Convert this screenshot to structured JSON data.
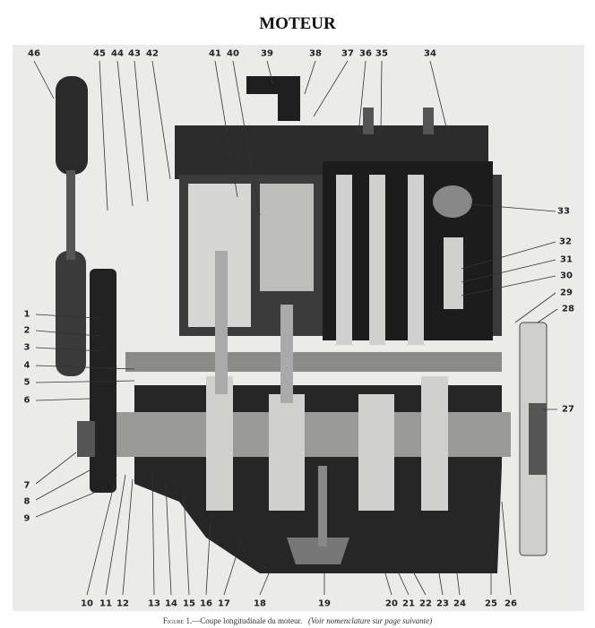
{
  "title": "MOTEUR",
  "labels": {
    "top": [
      "46",
      "45",
      "44",
      "43",
      "42",
      "41",
      "40",
      "39",
      "38",
      "37",
      "36",
      "35",
      "34"
    ],
    "right": [
      "33",
      "32",
      "31",
      "30",
      "29",
      "28",
      "27"
    ],
    "left": [
      "1",
      "2",
      "3",
      "4",
      "5",
      "6",
      "7",
      "8",
      "9"
    ],
    "bottom": [
      "10",
      "11",
      "12",
      "13",
      "14",
      "15",
      "16",
      "17",
      "18",
      "19",
      "20",
      "21",
      "22",
      "23",
      "24",
      "25",
      "26"
    ]
  },
  "caption": {
    "figure": "Figure 1.",
    "text": "—Coupe longitudinale du moteur.",
    "note": "(Voir nomenclature sur page suivante)"
  }
}
